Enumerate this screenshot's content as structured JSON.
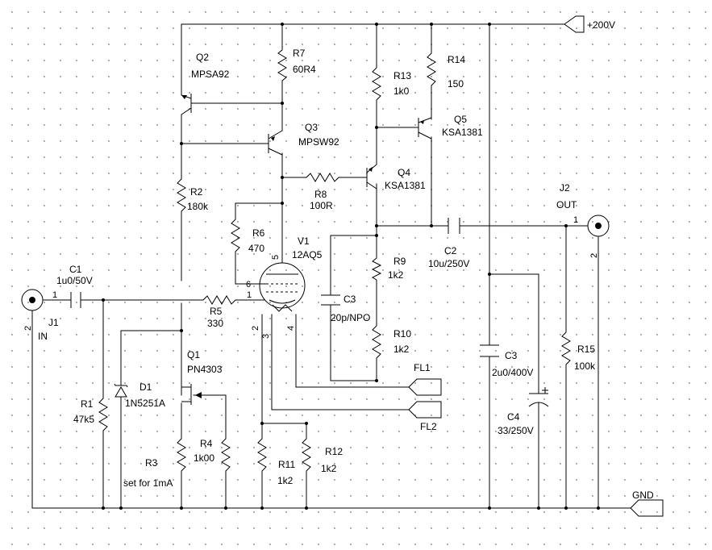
{
  "power": {
    "supply": "+200V",
    "ground": "GND"
  },
  "components": {
    "Q1": {
      "ref": "Q1",
      "value": "PN4303"
    },
    "Q2": {
      "ref": "Q2",
      "value": "MPSA92"
    },
    "Q3": {
      "ref": "Q3",
      "value": "MPSW92"
    },
    "Q4": {
      "ref": "Q4",
      "value": "KSA1381"
    },
    "Q5": {
      "ref": "Q5",
      "value": "KSA1381"
    },
    "V1": {
      "ref": "V1",
      "value": "12AQ5"
    },
    "D1": {
      "ref": "D1",
      "value": "1N5251A"
    },
    "R1": {
      "ref": "R1",
      "value": "47k5"
    },
    "R2": {
      "ref": "R2",
      "value": "180k"
    },
    "R3": {
      "ref": "R3",
      "value": "set for 1mA"
    },
    "R4": {
      "ref": "R4",
      "value": "1k00"
    },
    "R5": {
      "ref": "R5",
      "value": "330"
    },
    "R6": {
      "ref": "R6",
      "value": "470"
    },
    "R7": {
      "ref": "R7",
      "value": "60R4"
    },
    "R8": {
      "ref": "R8",
      "value": "100R"
    },
    "R9": {
      "ref": "R9",
      "value": "1k2"
    },
    "R10": {
      "ref": "R10",
      "value": "1k2"
    },
    "R11": {
      "ref": "R11",
      "value": "1k2"
    },
    "R12": {
      "ref": "R12",
      "value": "1k2"
    },
    "R13": {
      "ref": "R13",
      "value": "1k0"
    },
    "R14": {
      "ref": "R14",
      "value": "150"
    },
    "R15": {
      "ref": "R15",
      "value": "100k"
    },
    "C1": {
      "ref": "C1",
      "value": "1u0/50V"
    },
    "C2": {
      "ref": "C2",
      "value": "10u/250V"
    },
    "C3a": {
      "ref": "C3",
      "value": "20p/NPO"
    },
    "C3b": {
      "ref": "C3",
      "value": "2u0/400V"
    },
    "C4": {
      "ref": "C4",
      "value": "33/250V"
    },
    "J1": {
      "ref": "J1",
      "value": "IN",
      "pin1": "1",
      "pin2": "2"
    },
    "J2": {
      "ref": "J2",
      "value": "OUT",
      "pin1": "1",
      "pin2": "2"
    }
  },
  "tube_pins": {
    "p1": "1",
    "p2": "2",
    "p3": "3",
    "p4": "4",
    "p5": "5",
    "p6": "6"
  },
  "ports": {
    "fl1": "FL1",
    "fl2": "FL2"
  }
}
